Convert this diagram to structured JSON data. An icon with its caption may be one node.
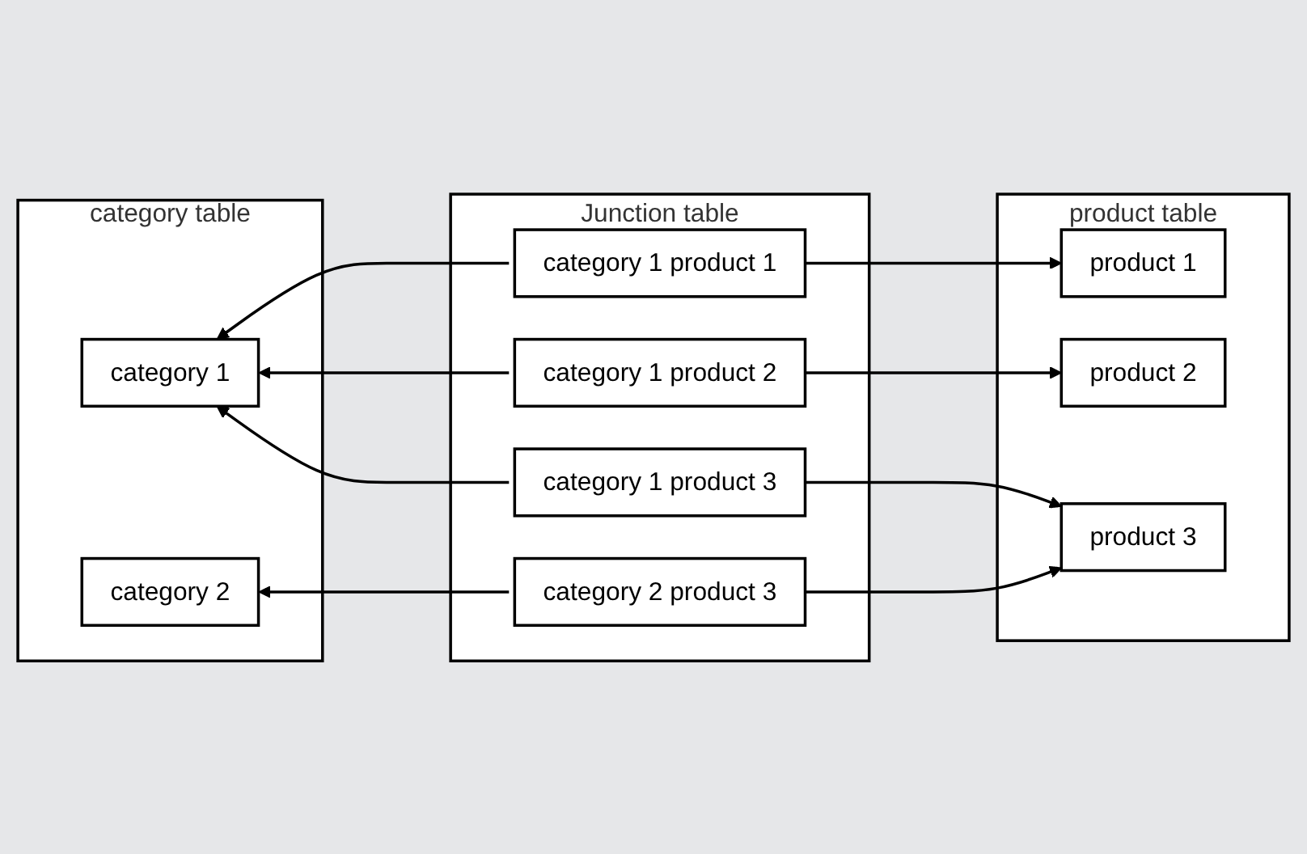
{
  "diagram": {
    "nodes": [
      {
        "text": [
          "category table"
        ]
      },
      {
        "text": [
          "category 1"
        ],
        "in": 0
      },
      {
        "text": [
          "category 2"
        ],
        "in": 0
      },
      {
        "text": [
          "Junction table"
        ]
      },
      {
        "text": [
          "category 1 product 1"
        ],
        "in": 3
      },
      {
        "text": [
          "category 1 product 2"
        ],
        "in": 3
      },
      {
        "text": [
          "category 1 product 3"
        ],
        "in": 3
      },
      {
        "text": [
          "category 2 product 3"
        ],
        "in": 3
      },
      {
        "text": [
          "product table"
        ]
      },
      {
        "text": [
          "product 1"
        ],
        "in": 8
      },
      {
        "text": [
          "product 2"
        ],
        "in": 8
      },
      {
        "text": [
          "product 3"
        ],
        "in": 8
      }
    ],
    "edges": [
      {
        "from": 4,
        "to": 1,
        "arrow": "to"
      },
      {
        "from": 4,
        "to": 9,
        "arrow": "to"
      },
      {
        "from": 5,
        "to": 1,
        "arrow": "to"
      },
      {
        "from": 5,
        "to": 10,
        "arrow": "to"
      },
      {
        "from": 6,
        "to": 1,
        "arrow": "to"
      },
      {
        "from": 6,
        "to": 11,
        "arrow": "to"
      },
      {
        "from": 7,
        "to": 2,
        "arrow": "to"
      },
      {
        "from": 7,
        "to": 11,
        "arrow": "to"
      }
    ]
  }
}
